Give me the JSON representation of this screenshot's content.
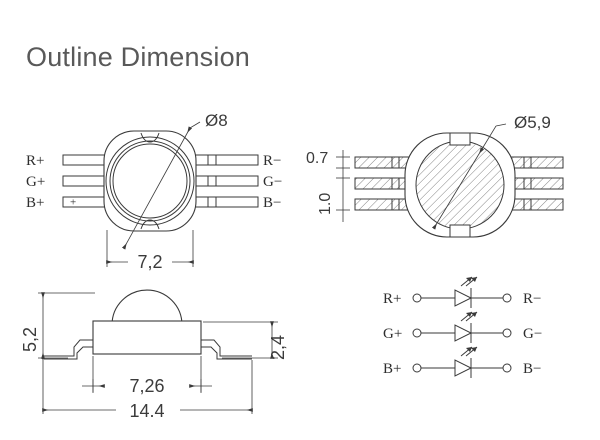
{
  "page": {
    "title": "Outline Dimension",
    "background_color": "#ffffff",
    "line_color": "#3a3a3a",
    "title_color": "#595959"
  },
  "views": {
    "top_view": {
      "name": "top-view",
      "diameter_callout": "Ø8",
      "width_dimension": "7,2",
      "left_leads": [
        "R+",
        "G+",
        "B+"
      ],
      "right_leads": [
        "R−",
        "G−",
        "B−"
      ],
      "polarity_mark": "+"
    },
    "section_view": {
      "name": "cross-section-view",
      "diameter_callout": "Ø5,9",
      "lead_thickness": "0.7",
      "lead_pitch": "1.0"
    },
    "side_view": {
      "name": "side-view",
      "height_dimension": "5,2",
      "body_height_dimension": "2,4",
      "body_width_dimension": "7,26",
      "overall_width_dimension": "14.4"
    },
    "schematic": {
      "name": "led-schematic",
      "rows": [
        {
          "anode": "R+",
          "cathode": "R−"
        },
        {
          "anode": "G+",
          "cathode": "G−"
        },
        {
          "anode": "B+",
          "cathode": "B−"
        }
      ]
    }
  }
}
